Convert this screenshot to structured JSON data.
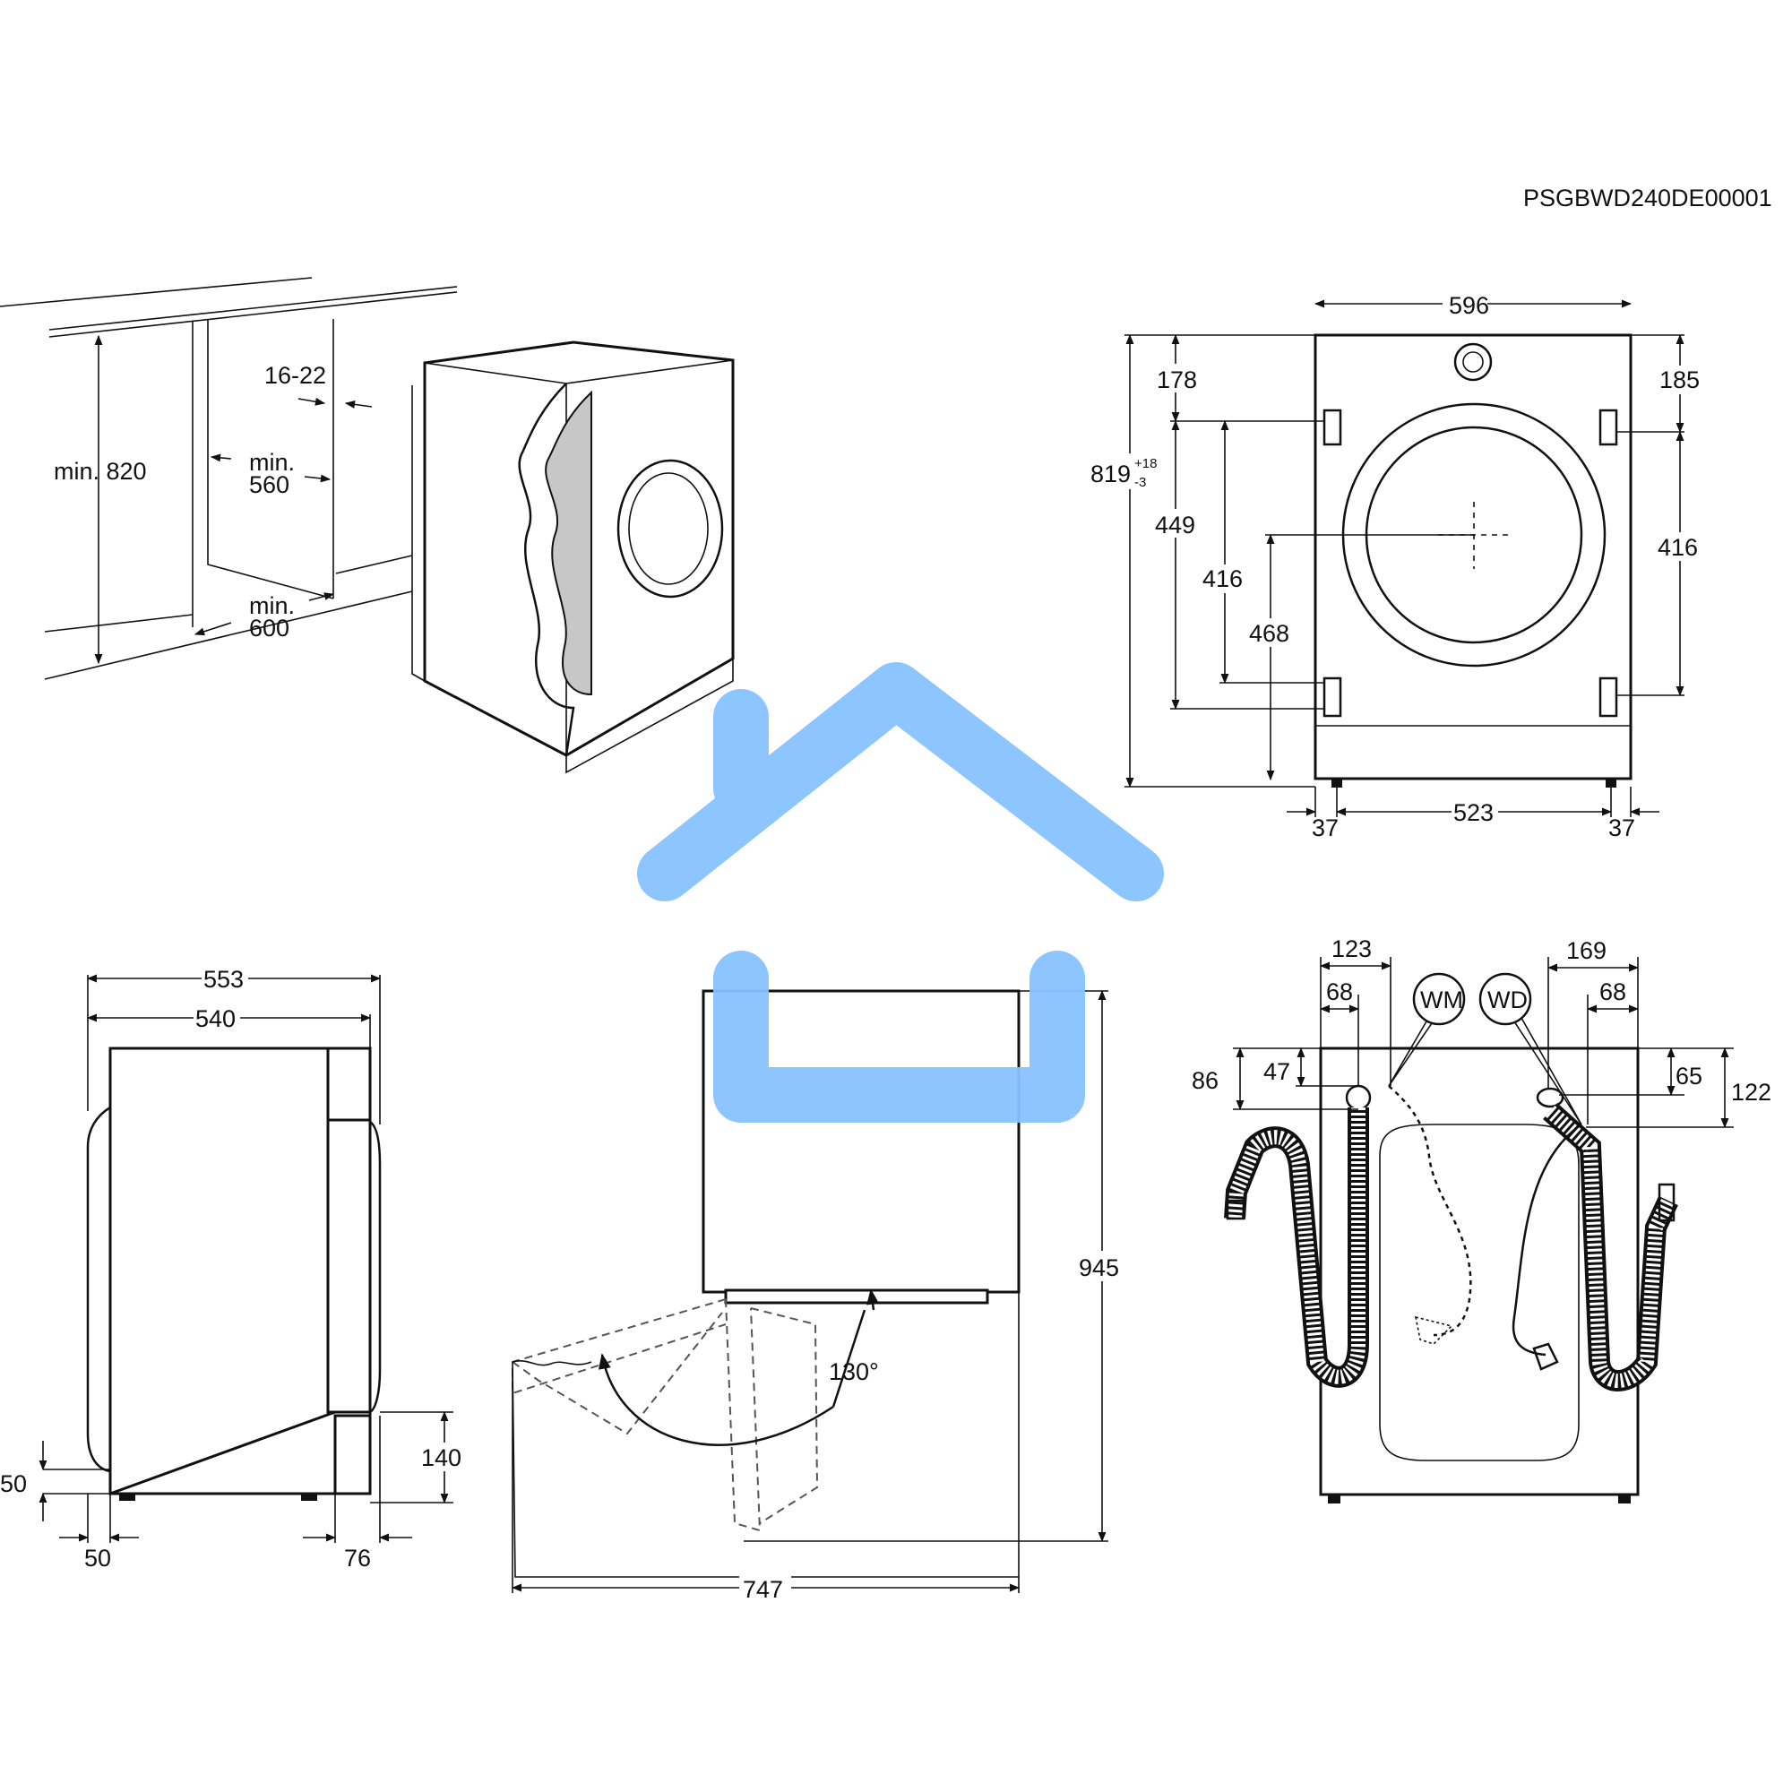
{
  "document_code": "PSGBWD240DE00001",
  "niche_view": {
    "height_min": "min. 820",
    "width_min_top": "min.",
    "width_min_top_value": "560",
    "depth_min_top": "min.",
    "depth_min_top_value": "600",
    "gap": "16-22"
  },
  "front_view": {
    "width": "596",
    "total_height_base": "819",
    "total_height_tol_upper": "+18",
    "total_height_tol_lower": "-3",
    "top_left": "178",
    "top_right": "185",
    "left_span": "449",
    "center_span": "416",
    "center_height": "468",
    "right_span": "416",
    "foot_left": "37",
    "foot_span": "523",
    "foot_right": "37"
  },
  "side_view": {
    "depth_total": "553",
    "depth_body": "540",
    "foot_height_left": "50",
    "foot_inset_left": "50",
    "foot_inset_right": "76",
    "plinth_height": "140"
  },
  "door_view": {
    "angle": "130°",
    "height": "945",
    "depth_open": "747"
  },
  "rear_view": {
    "left_outer": "123",
    "left_inner": "68",
    "right_outer": "169",
    "right_inner": "68",
    "left_vertical_outer": "86",
    "left_vertical_inner": "47",
    "right_vertical_inner": "65",
    "right_vertical_outer": "122",
    "label_wm": "WM",
    "label_wd": "WD"
  },
  "watermark": {
    "icon": "house-logo-icon",
    "color": "#86c2ff"
  }
}
